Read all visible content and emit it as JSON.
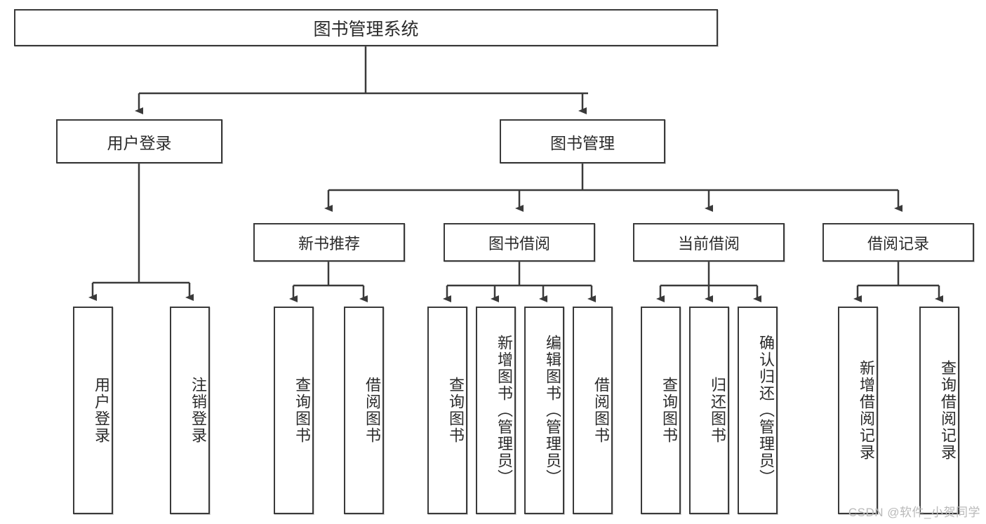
{
  "diagram": {
    "title": "图书管理系统",
    "type": "hierarchy-tree",
    "stroke_color": "#3a3a3a",
    "background_color": "#ffffff",
    "text_color": "#2b2b2b",
    "watermark": "CSDN @软件_小贺同学"
  },
  "nodes": {
    "root": {
      "label": "图书管理系统"
    },
    "level1": [
      {
        "label": "用户登录"
      },
      {
        "label": "图书管理"
      }
    ],
    "level2": [
      {
        "label": "新书推荐"
      },
      {
        "label": "图书借阅"
      },
      {
        "label": "当前借阅"
      },
      {
        "label": "借阅记录"
      }
    ],
    "leaves": {
      "user_login": [
        {
          "label": "用户登录"
        },
        {
          "label": "注销登录"
        }
      ],
      "new_book_recommend": [
        {
          "label": "查询图书"
        },
        {
          "label": "借阅图书"
        }
      ],
      "book_borrow": [
        {
          "label": "查询图书"
        },
        {
          "label": "新增图书（管理员）"
        },
        {
          "label": "编辑图书（管理员）"
        },
        {
          "label": "借阅图书"
        }
      ],
      "current_borrow": [
        {
          "label": "查询图书"
        },
        {
          "label": "归还图书"
        },
        {
          "label": "确认归还（管理员）"
        }
      ],
      "borrow_record": [
        {
          "label": "新增借阅记录"
        },
        {
          "label": "查询借阅记录"
        }
      ]
    }
  }
}
